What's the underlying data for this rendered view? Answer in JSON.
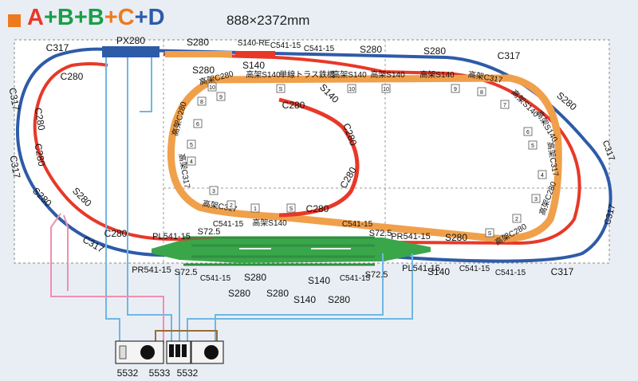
{
  "header": {
    "title_parts": [
      {
        "text": "A",
        "color": "#e83828"
      },
      {
        "text": "+",
        "color": "#1a9e4a"
      },
      {
        "text": "B",
        "color": "#1a9e4a"
      },
      {
        "text": "+",
        "color": "#1a9e4a"
      },
      {
        "text": "B",
        "color": "#1a9e4a"
      },
      {
        "text": "+",
        "color": "#ef7a1e"
      },
      {
        "text": "C",
        "color": "#ef7a1e"
      },
      {
        "text": "+",
        "color": "#2e5ba8"
      },
      {
        "text": "D",
        "color": "#2e5ba8"
      }
    ],
    "dimensions": "888×2372mm"
  },
  "colors": {
    "blue": "#2e5ba8",
    "red": "#e83828",
    "orange": "#f0a04b",
    "green": "#3aa64a",
    "wire_blue": "#6fb7e3",
    "wire_pink": "#ef8fb0",
    "wire_brown": "#9a6a3a"
  },
  "labels": {
    "px280": "PX280",
    "s280": "S280",
    "s140": "S140",
    "s140re": "S140-RE",
    "c541": "C541-15",
    "c317": "C317",
    "c280": "C280",
    "s72": "S72.5",
    "pl541": "PL541-15",
    "pr541": "PR541-15",
    "hc280": "高架C280",
    "hc317": "高架C317",
    "hs140": "高架S140",
    "bridge": "単線トラス鉄橋"
  },
  "piers": [
    "1",
    "2",
    "3",
    "4",
    "5",
    "6",
    "7",
    "8",
    "9",
    "10",
    "S"
  ],
  "controllers": [
    "5532",
    "5533",
    "5532"
  ]
}
